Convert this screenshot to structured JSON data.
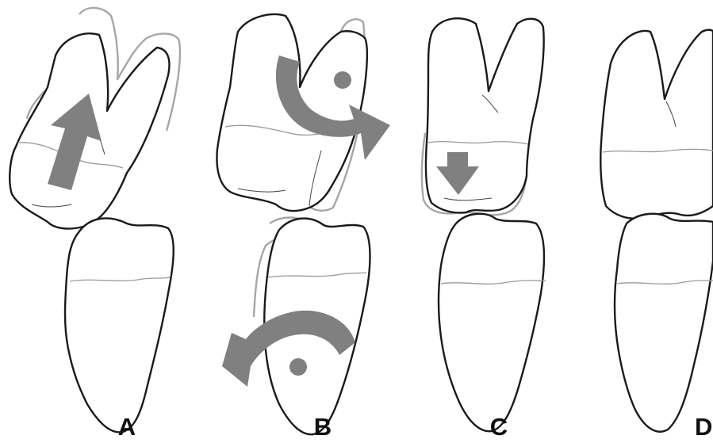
{
  "panels": [
    {
      "id": "A",
      "label": "A"
    },
    {
      "id": "B",
      "label": "B"
    },
    {
      "id": "C",
      "label": "C"
    },
    {
      "id": "D",
      "label": "D"
    }
  ],
  "colors": {
    "outline": "#1a1a1a",
    "ghost_outline": "#a6a6a6",
    "arrow": "#808080",
    "background": "#ffffff"
  }
}
